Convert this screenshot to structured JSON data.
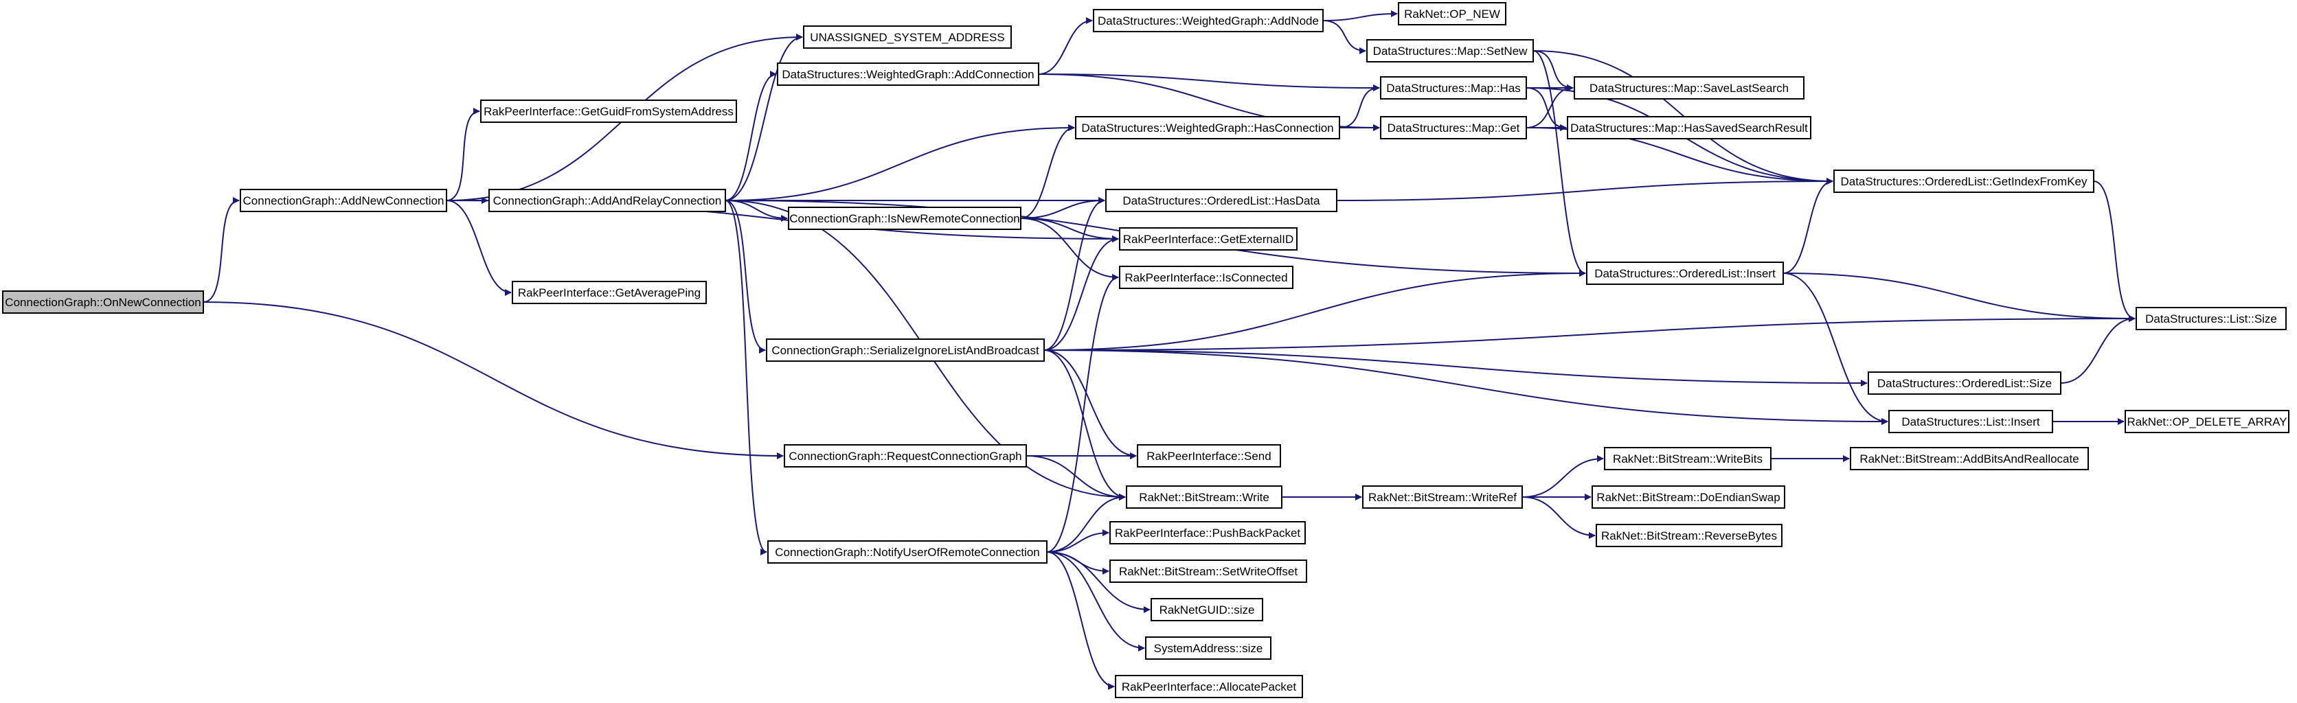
{
  "colors": {
    "edge": "#191970",
    "root_fill": "#bfbfbf",
    "node_fill": "#ffffff",
    "node_border": "#000000"
  },
  "nodes": [
    {
      "id": "root",
      "label": "ConnectionGraph::OnNewConnection",
      "root": true
    },
    {
      "id": "addNewConn",
      "label": "ConnectionGraph::AddNewConnection"
    },
    {
      "id": "addRelay",
      "label": "ConnectionGraph::AddAndRelayConnection"
    },
    {
      "id": "getGuid",
      "label": "RakPeerInterface::GetGuidFromSystemAddress"
    },
    {
      "id": "getAvgPing",
      "label": "RakPeerInterface::GetAveragePing"
    },
    {
      "id": "unassigned",
      "label": "UNASSIGNED_SYSTEM_ADDRESS"
    },
    {
      "id": "wgAddConn",
      "label": "DataStructures::WeightedGraph::AddConnection"
    },
    {
      "id": "wgAddNode",
      "label": "DataStructures::WeightedGraph::AddNode"
    },
    {
      "id": "opNew",
      "label": "RakNet::OP_NEW"
    },
    {
      "id": "mapSetNew",
      "label": "DataStructures::Map::SetNew"
    },
    {
      "id": "mapHas",
      "label": "DataStructures::Map::Has"
    },
    {
      "id": "mapGet",
      "label": "DataStructures::Map::Get"
    },
    {
      "id": "mapSaveLast",
      "label": "DataStructures::Map::SaveLastSearch"
    },
    {
      "id": "mapHasSaved",
      "label": "DataStructures::Map::HasSavedSearchResult"
    },
    {
      "id": "wgHasConn",
      "label": "DataStructures::WeightedGraph::HasConnection"
    },
    {
      "id": "olHasData",
      "label": "DataStructures::OrderedList::HasData"
    },
    {
      "id": "olGetIdx",
      "label": "DataStructures::OrderedList::GetIndexFromKey"
    },
    {
      "id": "isNewRemote",
      "label": "ConnectionGraph::IsNewRemoteConnection"
    },
    {
      "id": "getExtId",
      "label": "RakPeerInterface::GetExternalID"
    },
    {
      "id": "isConnected",
      "label": "RakPeerInterface::IsConnected"
    },
    {
      "id": "olInsert",
      "label": "DataStructures::OrderedList::Insert"
    },
    {
      "id": "listSize",
      "label": "DataStructures::List::Size"
    },
    {
      "id": "serialize",
      "label": "ConnectionGraph::SerializeIgnoreListAndBroadcast"
    },
    {
      "id": "olSize",
      "label": "DataStructures::OrderedList::Size"
    },
    {
      "id": "listInsert",
      "label": "DataStructures::List::Insert"
    },
    {
      "id": "opDelArr",
      "label": "RakNet::OP_DELETE_ARRAY"
    },
    {
      "id": "reqConnGraph",
      "label": "ConnectionGraph::RequestConnectionGraph"
    },
    {
      "id": "send",
      "label": "RakPeerInterface::Send"
    },
    {
      "id": "bsWrite",
      "label": "RakNet::BitStream::Write"
    },
    {
      "id": "bsWriteRef",
      "label": "RakNet::BitStream::WriteRef"
    },
    {
      "id": "bsWriteBits",
      "label": "RakNet::BitStream::WriteBits"
    },
    {
      "id": "bsAddBits",
      "label": "RakNet::BitStream::AddBitsAndReallocate"
    },
    {
      "id": "bsEndian",
      "label": "RakNet::BitStream::DoEndianSwap"
    },
    {
      "id": "bsReverse",
      "label": "RakNet::BitStream::ReverseBytes"
    },
    {
      "id": "notifyUser",
      "label": "ConnectionGraph::NotifyUserOfRemoteConnection"
    },
    {
      "id": "pushBack",
      "label": "RakPeerInterface::PushBackPacket"
    },
    {
      "id": "setWriteOff",
      "label": "RakNet::BitStream::SetWriteOffset"
    },
    {
      "id": "guidSize",
      "label": "RakNetGUID::size"
    },
    {
      "id": "saSize",
      "label": "SystemAddress::size"
    },
    {
      "id": "allocPacket",
      "label": "RakPeerInterface::AllocatePacket"
    }
  ],
  "edges": [
    [
      "root",
      "addNewConn"
    ],
    [
      "root",
      "reqConnGraph"
    ],
    [
      "addNewConn",
      "addRelay"
    ],
    [
      "addNewConn",
      "unassigned"
    ],
    [
      "addNewConn",
      "getGuid"
    ],
    [
      "addNewConn",
      "getAvgPing"
    ],
    [
      "addNewConn",
      "getExtId"
    ],
    [
      "addRelay",
      "unassigned"
    ],
    [
      "addRelay",
      "wgAddConn"
    ],
    [
      "addRelay",
      "wgHasConn"
    ],
    [
      "addRelay",
      "olHasData"
    ],
    [
      "addRelay",
      "isNewRemote"
    ],
    [
      "addRelay",
      "olInsert"
    ],
    [
      "addRelay",
      "serialize"
    ],
    [
      "addRelay",
      "bsWrite"
    ],
    [
      "addRelay",
      "notifyUser"
    ],
    [
      "wgAddConn",
      "wgAddNode"
    ],
    [
      "wgAddConn",
      "mapHas"
    ],
    [
      "wgAddConn",
      "mapGet"
    ],
    [
      "wgAddNode",
      "opNew"
    ],
    [
      "wgAddNode",
      "mapSetNew"
    ],
    [
      "mapSetNew",
      "mapSaveLast"
    ],
    [
      "mapSetNew",
      "olGetIdx"
    ],
    [
      "mapSetNew",
      "olInsert"
    ],
    [
      "mapHas",
      "mapSaveLast"
    ],
    [
      "mapHas",
      "mapHasSaved"
    ],
    [
      "mapHas",
      "olGetIdx"
    ],
    [
      "mapGet",
      "mapSaveLast"
    ],
    [
      "mapGet",
      "mapHasSaved"
    ],
    [
      "mapGet",
      "olGetIdx"
    ],
    [
      "wgHasConn",
      "mapHas"
    ],
    [
      "wgHasConn",
      "mapGet"
    ],
    [
      "olHasData",
      "olGetIdx"
    ],
    [
      "olGetIdx",
      "listSize"
    ],
    [
      "isNewRemote",
      "wgHasConn"
    ],
    [
      "isNewRemote",
      "olHasData"
    ],
    [
      "isNewRemote",
      "getExtId"
    ],
    [
      "isNewRemote",
      "isConnected"
    ],
    [
      "olInsert",
      "olGetIdx"
    ],
    [
      "olInsert",
      "listSize"
    ],
    [
      "olInsert",
      "listInsert"
    ],
    [
      "serialize",
      "olHasData"
    ],
    [
      "serialize",
      "getExtId"
    ],
    [
      "serialize",
      "olInsert"
    ],
    [
      "serialize",
      "listSize"
    ],
    [
      "serialize",
      "olSize"
    ],
    [
      "serialize",
      "listInsert"
    ],
    [
      "serialize",
      "send"
    ],
    [
      "serialize",
      "bsWrite"
    ],
    [
      "olSize",
      "listSize"
    ],
    [
      "listInsert",
      "opDelArr"
    ],
    [
      "reqConnGraph",
      "send"
    ],
    [
      "reqConnGraph",
      "bsWrite"
    ],
    [
      "bsWrite",
      "bsWriteRef"
    ],
    [
      "bsWriteRef",
      "bsWriteBits"
    ],
    [
      "bsWriteRef",
      "bsEndian"
    ],
    [
      "bsWriteRef",
      "bsReverse"
    ],
    [
      "bsWriteBits",
      "bsAddBits"
    ],
    [
      "notifyUser",
      "isConnected"
    ],
    [
      "notifyUser",
      "bsWrite"
    ],
    [
      "notifyUser",
      "pushBack"
    ],
    [
      "notifyUser",
      "setWriteOff"
    ],
    [
      "notifyUser",
      "guidSize"
    ],
    [
      "notifyUser",
      "saSize"
    ],
    [
      "notifyUser",
      "allocPacket"
    ]
  ]
}
